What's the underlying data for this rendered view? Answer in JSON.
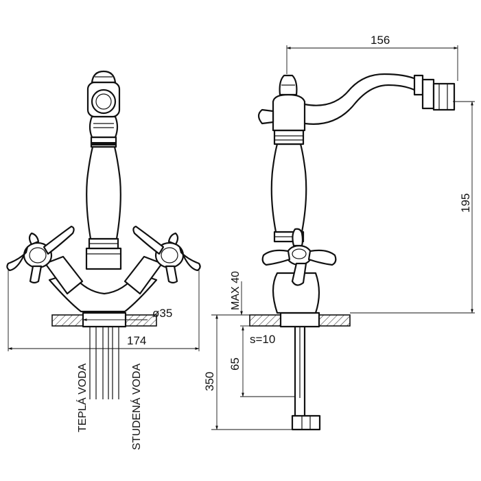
{
  "front_view": {
    "diameter_label": "ø35",
    "width_label": "174",
    "hot_water_label": "TEPLÁ VODA",
    "cold_water_label": "STUDENÁ VODA"
  },
  "side_view": {
    "spout_reach_label": "156",
    "spout_height_label": "195",
    "max_thickness_label": "MAX 40",
    "min_thickness_label": "s=10",
    "hose_length_label": "65",
    "total_length_label": "350"
  }
}
